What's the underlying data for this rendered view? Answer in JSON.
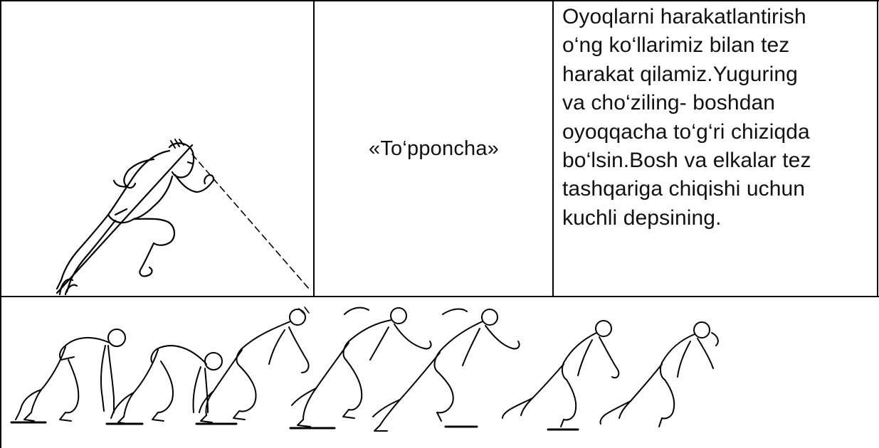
{
  "table": {
    "row1": {
      "figure": {
        "icon": "sprinter-start-icon"
      },
      "label": "«To‘pponcha»",
      "description_lines": [
        "Oyoqlarni harakatlantirish",
        "o‘ng ko‘llarimiz bilan tez",
        "harakat qilamiz.Yuguring",
        "va cho‘ziling- boshdan",
        "oyoqqacha to‘g‘ri chiziqda",
        "bo‘lsin.Bosh va elkalar tez",
        "tashqariga chiqishi uchun",
        "kuchli depsining."
      ]
    },
    "row2": {
      "sequence": {
        "icon": "sprint-start-sequence-icon",
        "frames": [
          {
            "icon": "runner-crouch-set-icon"
          },
          {
            "icon": "runner-crouch-rise-icon"
          },
          {
            "icon": "runner-push-off-icon"
          },
          {
            "icon": "runner-drive-icon"
          },
          {
            "icon": "runner-extension-icon"
          },
          {
            "icon": "runner-acceleration-icon"
          },
          {
            "icon": "runner-stride-icon"
          }
        ]
      }
    }
  }
}
